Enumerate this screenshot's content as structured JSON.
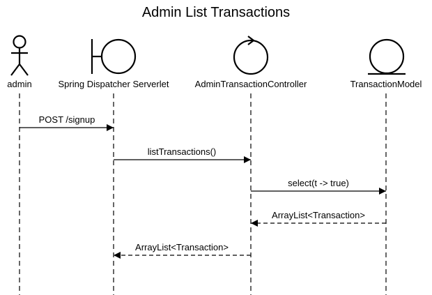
{
  "diagram": {
    "title": "Admin List Transactions",
    "participants": [
      {
        "id": "admin",
        "label": "admin",
        "kind": "actor",
        "icon": "actor-stick-figure-icon"
      },
      {
        "id": "dispatcher",
        "label": "Spring Dispatcher Serverlet",
        "kind": "boundary",
        "icon": "boundary-icon"
      },
      {
        "id": "controller",
        "label": "AdminTransactionController",
        "kind": "control",
        "icon": "control-icon"
      },
      {
        "id": "model",
        "label": "TransactionModel",
        "kind": "entity",
        "icon": "entity-icon"
      }
    ],
    "messages": [
      {
        "from": "admin",
        "to": "dispatcher",
        "label": "POST /signup",
        "style": "solid"
      },
      {
        "from": "dispatcher",
        "to": "controller",
        "label": "listTransactions()",
        "style": "solid"
      },
      {
        "from": "controller",
        "to": "model",
        "label": "select(t -> true)",
        "style": "solid"
      },
      {
        "from": "model",
        "to": "controller",
        "label": "ArrayList<Transaction>",
        "style": "dashed"
      },
      {
        "from": "controller",
        "to": "dispatcher",
        "label": "ArrayList<Transaction>",
        "style": "dashed"
      }
    ]
  }
}
